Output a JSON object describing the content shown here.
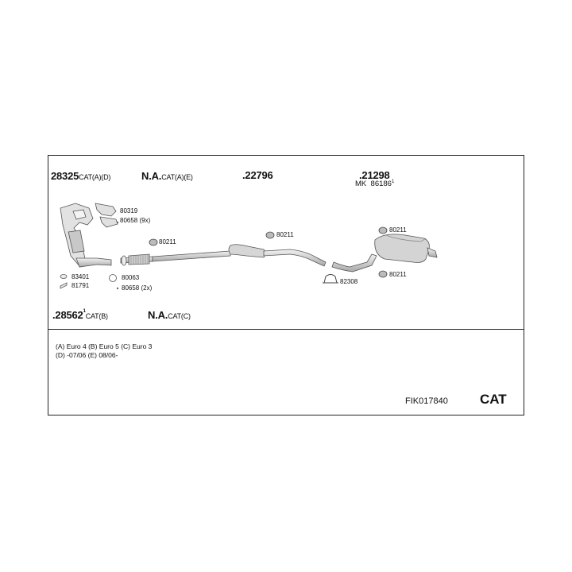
{
  "parts": {
    "p28325": {
      "number": "28325",
      "tag": "CAT(A)(D)"
    },
    "na1": {
      "number": "N.A.",
      "tag": "CAT(A)(E)"
    },
    "p22796": {
      "number": ".22796"
    },
    "p21298": {
      "number": ".21298",
      "sub_prefix": "MK",
      "sub_number": "86186",
      "sub_sup": "1"
    },
    "p28562": {
      "number": ".28562",
      "sup": "1",
      "tag": "CAT(B)"
    },
    "na2": {
      "number": "N.A.",
      "tag": "CAT(C)"
    }
  },
  "small_parts": {
    "p80319": "80319",
    "p80658_9x": "80658 (9x)",
    "p80211_a": "80211",
    "p80211_b": "80211",
    "p80211_c": "80211",
    "p80211_d": "80211",
    "p83401": "83401",
    "p81791": "81791",
    "p80063": "80063",
    "p80658_2x": "80658 (2x)",
    "p82308": "82308"
  },
  "notes": {
    "line1": "(A) Euro 4 (B) Euro 5 (C) Euro 3",
    "line2": "(D) -07/06 (E) 08/06-"
  },
  "footer": {
    "code": "FIK017840",
    "type": "CAT"
  },
  "colors": {
    "line": "#333333",
    "part_fill": "#e4e4e4",
    "part_stroke": "#555555"
  }
}
